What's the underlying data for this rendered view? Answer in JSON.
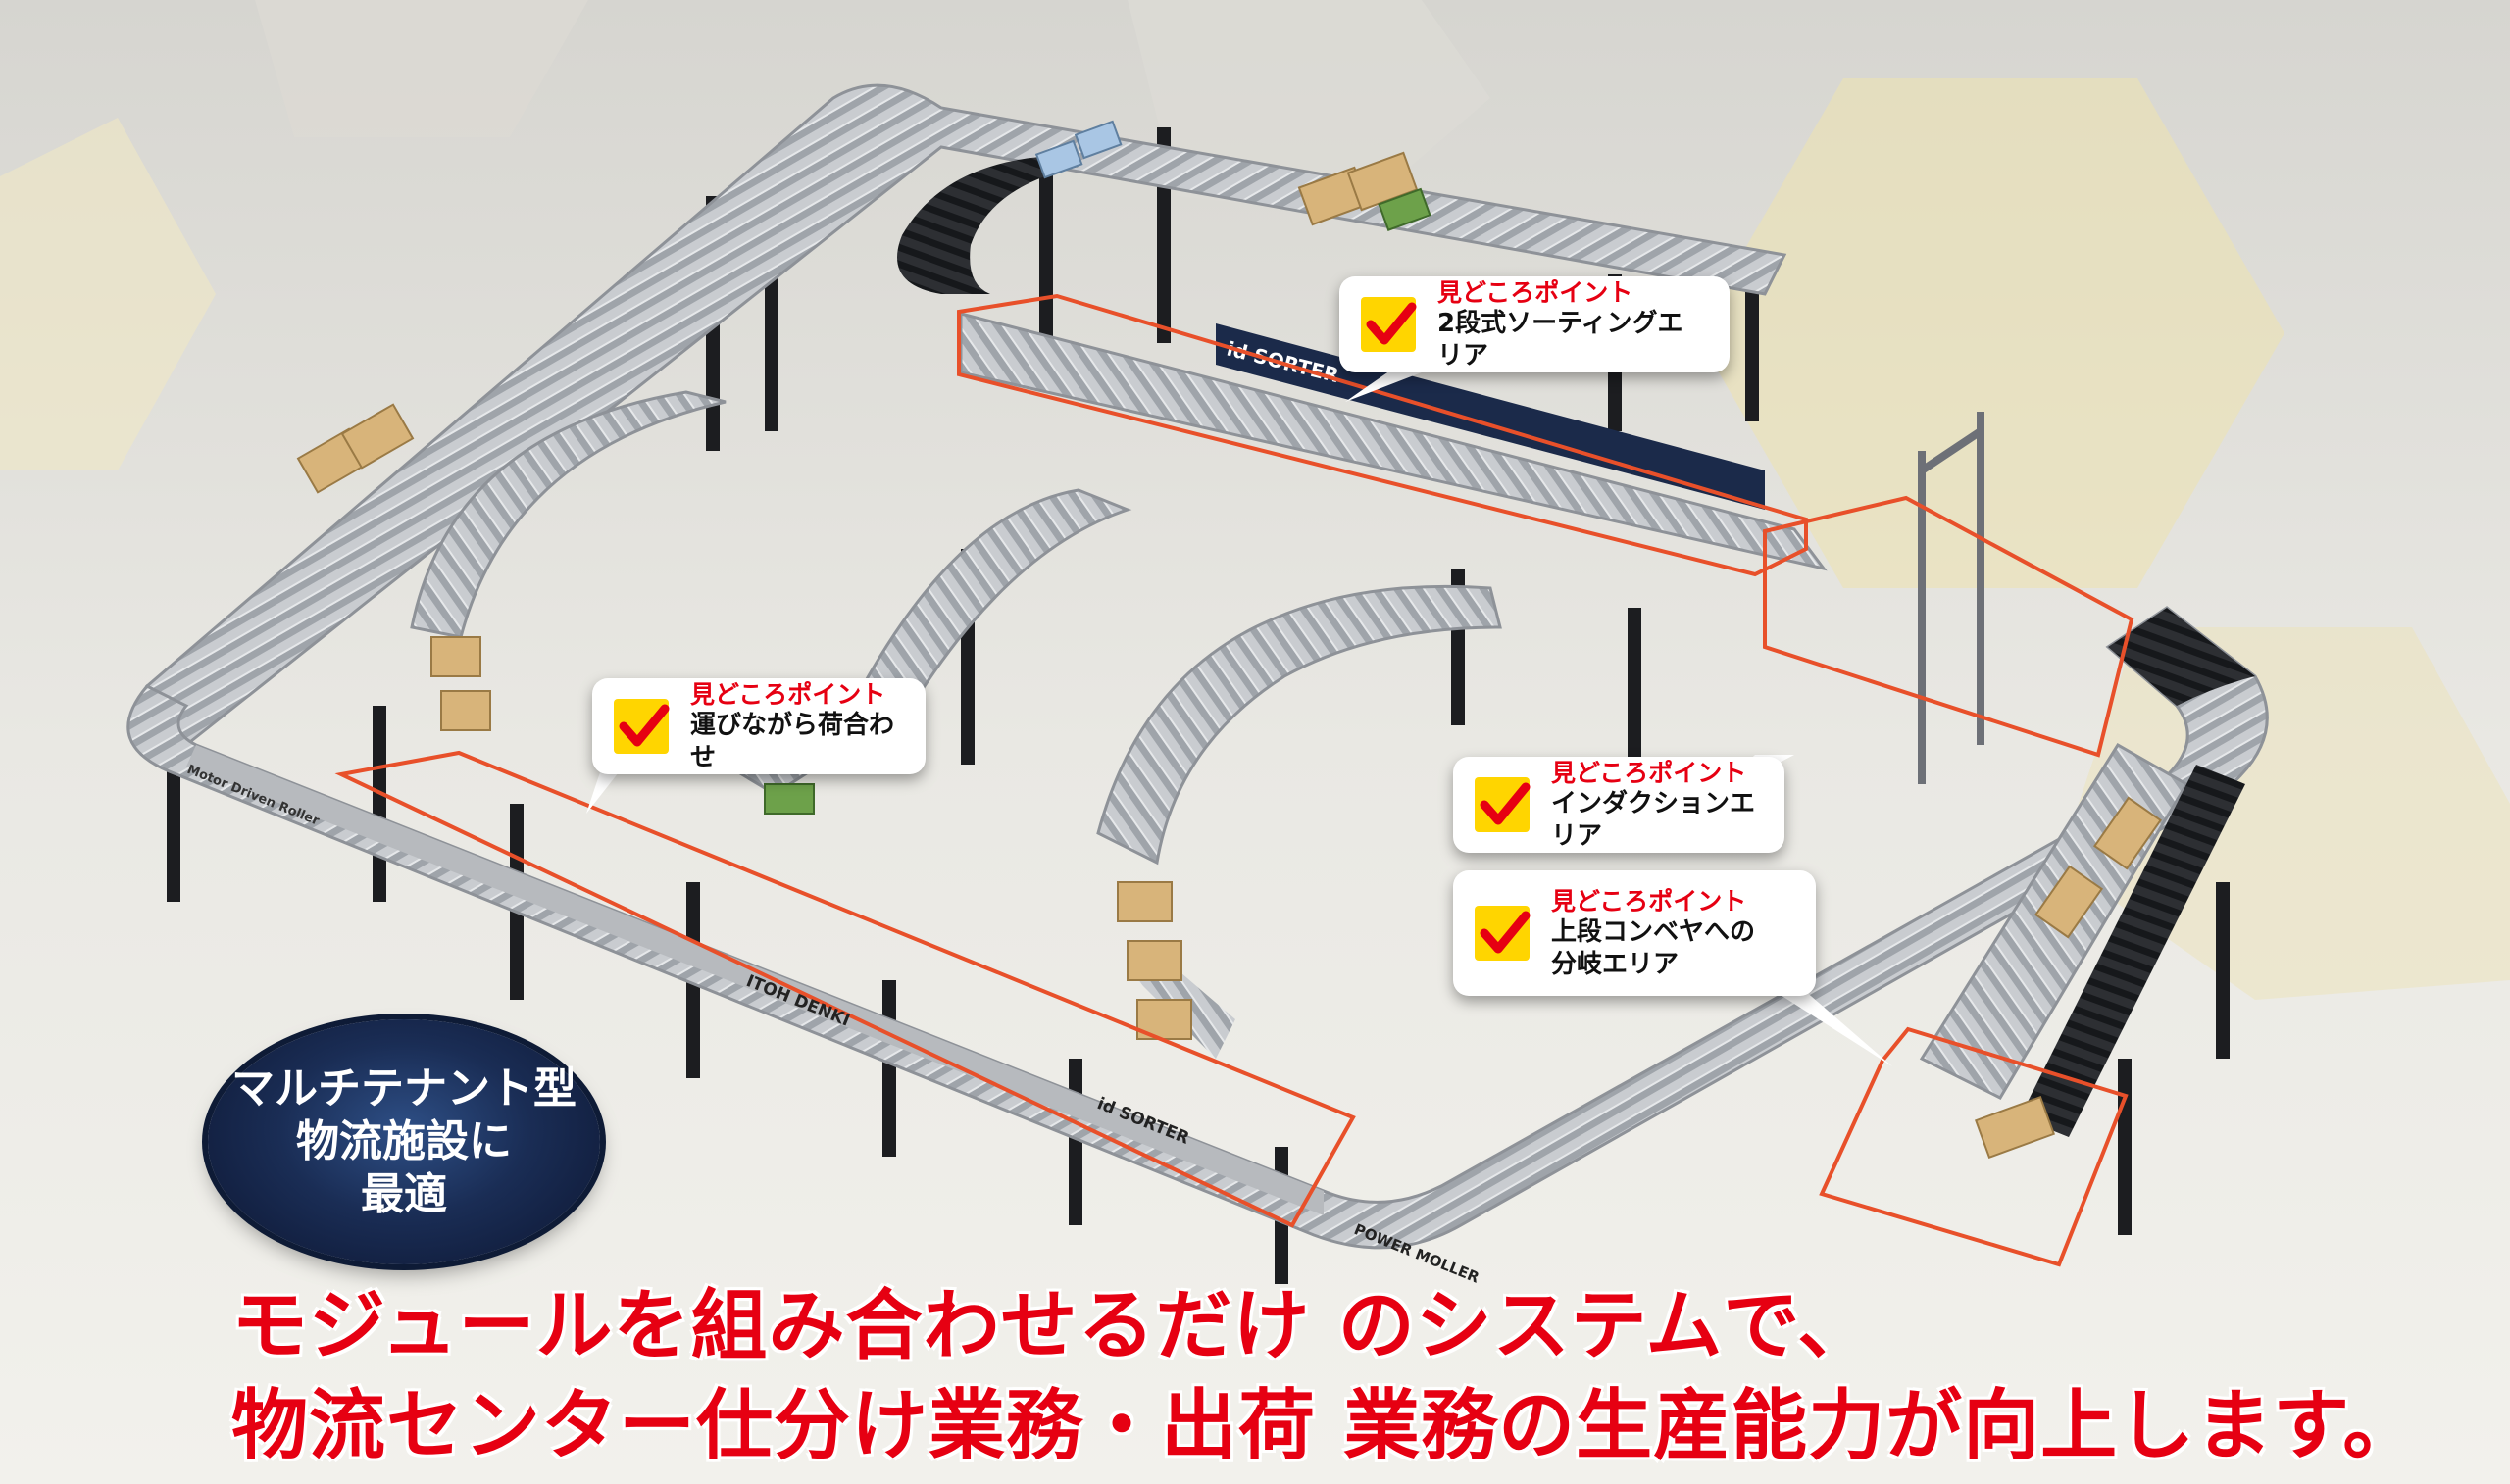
{
  "callouts": {
    "upper_sorting": {
      "head": "見どころポイント",
      "body": [
        "2段式ソーティングエリア"
      ]
    },
    "merge": {
      "head": "見どころポイント",
      "body": [
        "運びながら荷合わせ"
      ]
    },
    "induction": {
      "head": "見どころポイント",
      "body": [
        "インダクションエリア"
      ]
    },
    "branch": {
      "head": "見どころポイント",
      "body": [
        "上段コンベヤへの",
        "分岐エリア"
      ]
    }
  },
  "badge": {
    "lines": [
      "マルチテナント型",
      "物流施設に",
      "最適"
    ]
  },
  "headline": {
    "line1": "モジュールを組み合わせるだけ のシステムで、",
    "line2": "物流センター仕分け業務・出荷 業務の生産能力が向上します。"
  },
  "conveyor_labels": {
    "sorter": "id SORTER",
    "power_moller": "POWER MOLLER",
    "itoh_denki": "ITOH DENKI",
    "motor_driven_roller": "Motor Driven Roller"
  },
  "colors": {
    "highlight_frame": "#e8502a",
    "callout_head": "#e60012",
    "check_box": "#ffd500",
    "headline": "#e60012",
    "badge": "#1a2d55"
  }
}
